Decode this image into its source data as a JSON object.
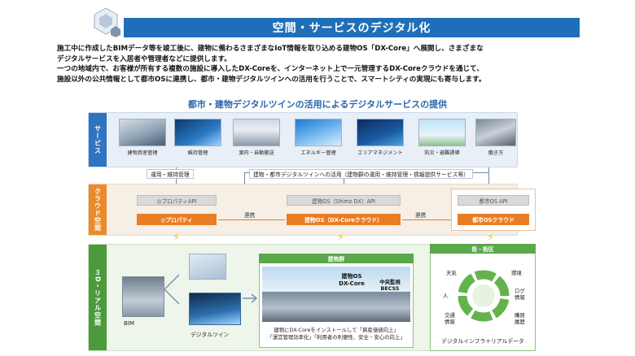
{
  "header": {
    "title": "空間・サービスのデジタル化",
    "intro_lines": [
      "施工中に作成したBIMデータ等を竣工後に、建物に備わるさまざまなIoT情報を取り込める建物OS「DX-Core」へ展開し、さまざまな",
      "デジタルサービスを入居者や管理者などに提供します。",
      "一つの地域内で、お客様が所有する複数の施設に導入したDX-Coreを、インターネット上で一元管理するDX-Coreクラウドを通じて、",
      "施設以外の公共情報として都市OSに連携し、都市・建物デジタルツインへの活用を行うことで、スマートシティの実現にも寄与します。"
    ],
    "diagram_title": "都市・建物デジタルツインの活用によるデジタルサービスの提供"
  },
  "rows": {
    "service": "サービス",
    "cloud": "クラウド空間",
    "real": "３D・リアル空間"
  },
  "services": [
    {
      "label": "建物資産管理"
    },
    {
      "label": "維持管理"
    },
    {
      "label": "案内・自動搬送"
    },
    {
      "label": "エネルギー管理"
    },
    {
      "label": "エリアマネジメント"
    },
    {
      "label": "防災・避難誘導"
    },
    {
      "label": "働き方"
    }
  ],
  "links": {
    "ops_maintenance": "運用・維持管理",
    "city_twin": "建物・都市デジタルツインへの活用（建物群の運用・維持管理・情報提供サービス等）",
    "connect_left": "連携",
    "connect_right": "連携"
  },
  "cloud": {
    "property_api": "◎プロパティAPI",
    "property": "◎プロパティ",
    "dxcore_api": "建物OS（Shimz DX）API",
    "dxcore_cloud": "建物OS（DX-Coreクラウド）",
    "city_api": "都市OS API",
    "city_cloud": "都市OSクラウド"
  },
  "real": {
    "bim": "BIM",
    "digital_twin": "デジタルツイン",
    "building_group": "建物群",
    "dx_core_lines": [
      "建物OS",
      "DX-Core"
    ],
    "becss_lines": [
      "中央監視",
      "BECSS"
    ],
    "building_caption_lines": [
      "建物にDX-Coreをインストールして「資産価値向上」",
      "「運営管理効率化」「利用者の利便性、安全・安心の向上」"
    ],
    "town_title": "街・街区",
    "town_labels": {
      "weather": "天気",
      "people": "人",
      "traffic": [
        "交通",
        "情報"
      ],
      "environment": "環境",
      "log": [
        "ログ",
        "情報"
      ],
      "purchase": [
        "購買",
        "履歴"
      ]
    },
    "town_caption": "デジタルインフラ＋リアルデータ"
  },
  "colors": {
    "title_bar": "#1f6fb8",
    "service_tab": "#2f74c0",
    "cloud_tab": "#e98b2b",
    "real_tab": "#4d9a3d",
    "orange_box": "#ea7d24",
    "green_head": "#5aa84a"
  }
}
